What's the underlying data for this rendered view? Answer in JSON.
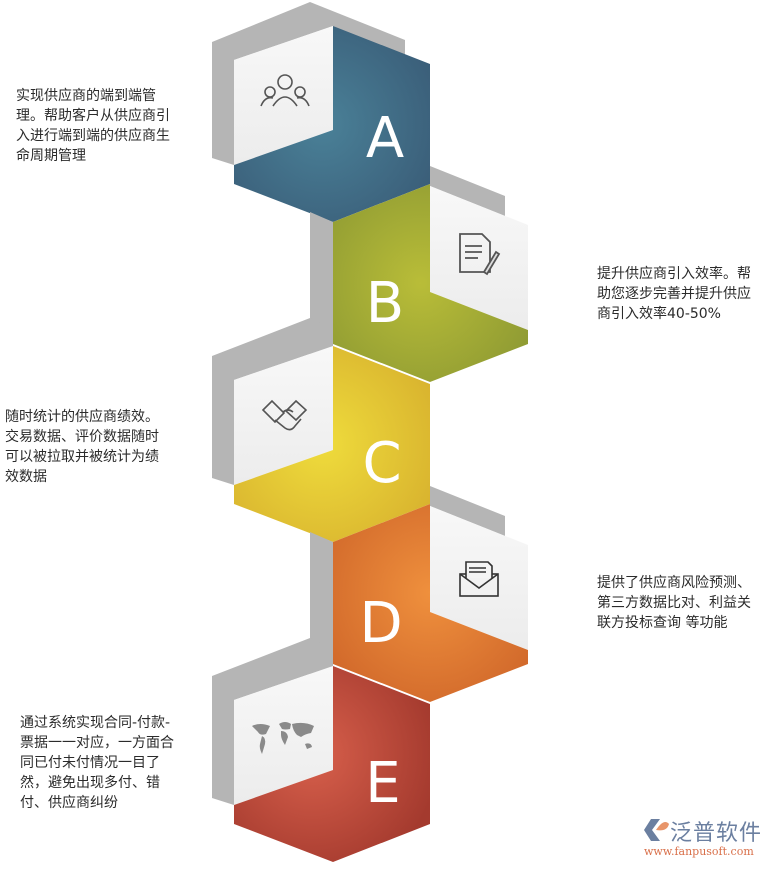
{
  "steps": [
    {
      "letter": "A",
      "icon": "people-group-icon",
      "color": "#427893",
      "colorDark": "#3a5f7a",
      "description": "实现供应商的端到端管理。帮助客户从供应商引入进行端到端的供应商生命周期管理",
      "lines": [
        "实现供应商的端到端管",
        "理。帮助客户从供应商引",
        "入进行端到端的供应商生",
        "命周期管理"
      ]
    },
    {
      "letter": "B",
      "icon": "document-edit-icon",
      "color": "#b2b43a",
      "colorDark": "#8f9a34",
      "description": "提升供应商引入效率。帮助您逐步完善并提升供应商引入效率40-50%",
      "lines": [
        "提升供应商引入效率。帮",
        "助您逐步完善并提升供应",
        "商引入效率40-50%"
      ]
    },
    {
      "letter": "C",
      "icon": "handshake-icon",
      "color": "#ecd63a",
      "colorDark": "#d9b12e",
      "description": "随时统计的供应商绩效。交易数据、评价数据随时可以被拉取并被统计为绩效数据",
      "lines": [
        "随时统计的供应商绩效。",
        "交易数据、评价数据随时",
        "可以被拉取并被统计为绩",
        "效数据"
      ]
    },
    {
      "letter": "D",
      "icon": "envelope-letter-icon",
      "color": "#ec8c3a",
      "colorDark": "#d0692a",
      "description": "提供了供应商风险预测、第三方数据比对、利益关联方投标查询 等功能",
      "lines": [
        "提供了供应商风险预测、",
        "第三方数据比对、利益关",
        "联方投标查询 等功能"
      ]
    },
    {
      "letter": "E",
      "icon": "world-map-icon",
      "color": "#d25a48",
      "colorDark": "#a83d30",
      "description": "通过系统实现合同-付款-票据一一对应，一方面合同已付未付情况一目了然，避免出现多付、错付、供应商纠纷",
      "lines": [
        "通过系统实现合同-付款-",
        "票据一一对应，一方面合",
        "同已付未付情况一目了",
        "然，避免出现多付、错",
        "付、供应商纠纷"
      ]
    }
  ],
  "logo": {
    "name": "泛普软件",
    "url": "www.fanpusoft.com"
  }
}
